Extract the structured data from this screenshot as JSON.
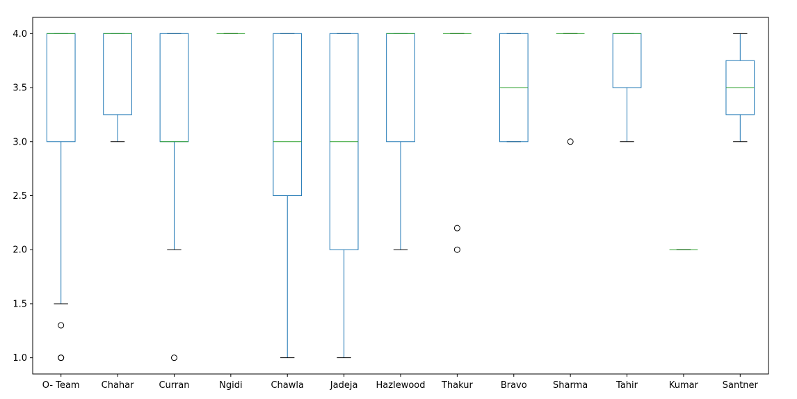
{
  "chart_data": {
    "type": "box",
    "title": "",
    "xlabel": "",
    "ylabel": "",
    "ylim": [
      0.85,
      4.15
    ],
    "yticks": [
      1.0,
      1.5,
      2.0,
      2.5,
      3.0,
      3.5,
      4.0
    ],
    "ytick_labels": [
      "1.0",
      "1.5",
      "2.0",
      "2.5",
      "3.0",
      "3.5",
      "4.0"
    ],
    "grid": false,
    "colors": {
      "box": "#1f77b4",
      "median": "#2ca02c",
      "whisker_cap": "#000000",
      "outlier": "#000000"
    },
    "categories": [
      "O- Team",
      "Chahar",
      "Curran",
      "Ngidi",
      "Chawla",
      "Jadeja",
      "Hazlewood",
      "Thakur",
      "Bravo",
      "Sharma",
      "Tahir",
      "Kumar",
      "Santner"
    ],
    "boxes": [
      {
        "category": "O- Team",
        "whislo": 1.5,
        "q1": 3.0,
        "med": 4.0,
        "q3": 4.0,
        "whishi": 4.0,
        "fliers": [
          1.3,
          1.0,
          1.0
        ]
      },
      {
        "category": "Chahar",
        "whislo": 3.0,
        "q1": 3.25,
        "med": 4.0,
        "q3": 4.0,
        "whishi": 4.0,
        "fliers": []
      },
      {
        "category": "Curran",
        "whislo": 2.0,
        "q1": 3.0,
        "med": 3.0,
        "q3": 4.0,
        "whishi": 4.0,
        "fliers": [
          1.0
        ]
      },
      {
        "category": "Ngidi",
        "whislo": 4.0,
        "q1": 4.0,
        "med": 4.0,
        "q3": 4.0,
        "whishi": 4.0,
        "fliers": []
      },
      {
        "category": "Chawla",
        "whislo": 1.0,
        "q1": 2.5,
        "med": 3.0,
        "q3": 4.0,
        "whishi": 4.0,
        "fliers": []
      },
      {
        "category": "Jadeja",
        "whislo": 1.0,
        "q1": 2.0,
        "med": 3.0,
        "q3": 4.0,
        "whishi": 4.0,
        "fliers": []
      },
      {
        "category": "Hazlewood",
        "whislo": 2.0,
        "q1": 3.0,
        "med": 4.0,
        "q3": 4.0,
        "whishi": 4.0,
        "fliers": []
      },
      {
        "category": "Thakur",
        "whislo": 4.0,
        "q1": 4.0,
        "med": 4.0,
        "q3": 4.0,
        "whishi": 4.0,
        "fliers": [
          2.2,
          2.0
        ]
      },
      {
        "category": "Bravo",
        "whislo": 3.0,
        "q1": 3.0,
        "med": 3.5,
        "q3": 4.0,
        "whishi": 4.0,
        "fliers": []
      },
      {
        "category": "Sharma",
        "whislo": 4.0,
        "q1": 4.0,
        "med": 4.0,
        "q3": 4.0,
        "whishi": 4.0,
        "fliers": [
          3.0
        ]
      },
      {
        "category": "Tahir",
        "whislo": 3.0,
        "q1": 3.5,
        "med": 4.0,
        "q3": 4.0,
        "whishi": 4.0,
        "fliers": []
      },
      {
        "category": "Kumar",
        "whislo": 2.0,
        "q1": 2.0,
        "med": 2.0,
        "q3": 2.0,
        "whishi": 2.0,
        "fliers": []
      },
      {
        "category": "Santner",
        "whislo": 3.0,
        "q1": 3.25,
        "med": 3.5,
        "q3": 3.75,
        "whishi": 4.0,
        "fliers": []
      }
    ]
  }
}
